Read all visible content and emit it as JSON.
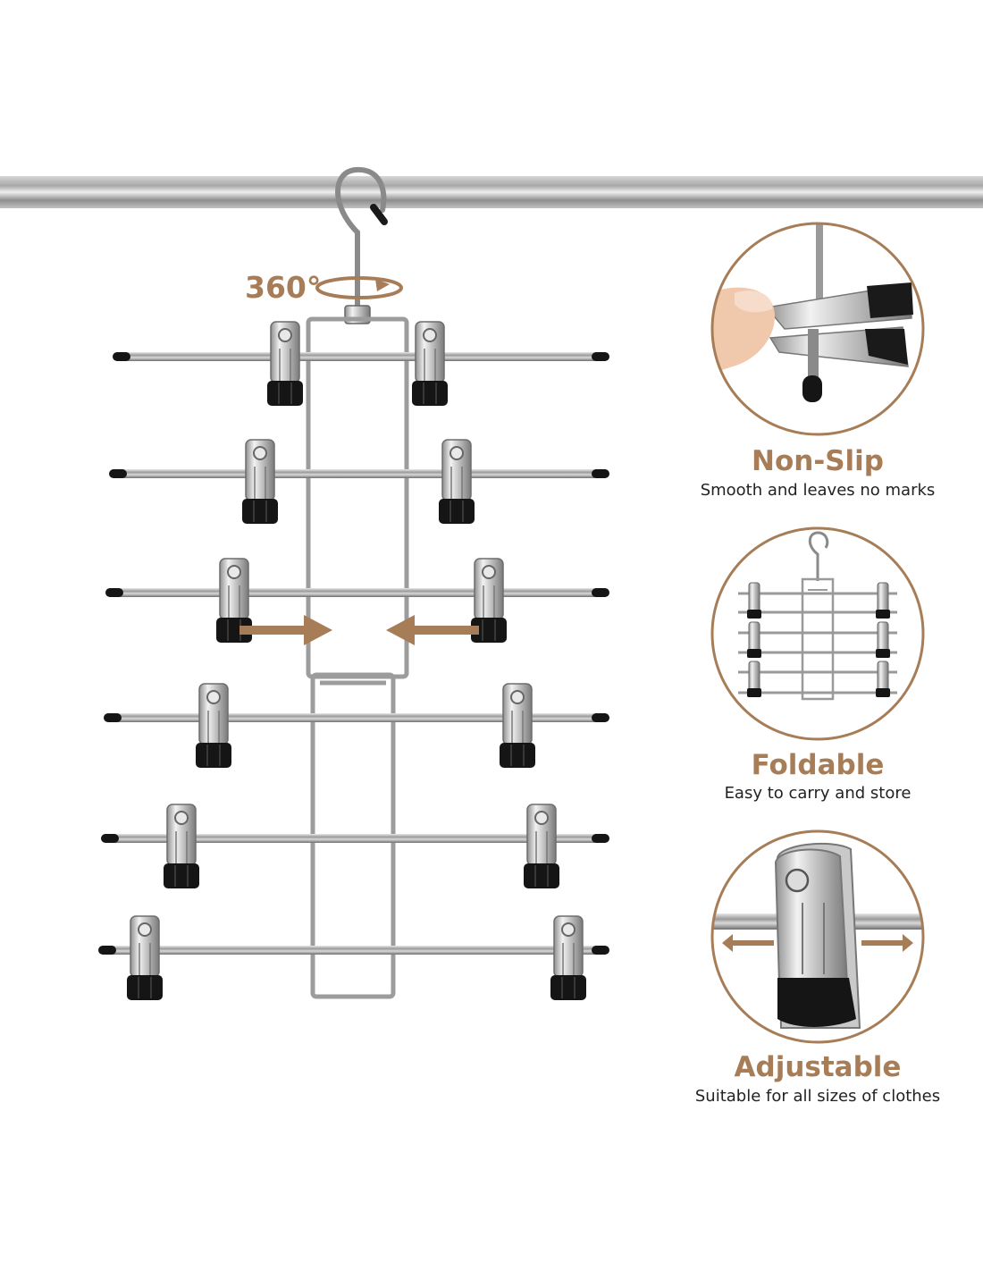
{
  "accent_color": "#a77d58",
  "rotation_label": "360°",
  "features": [
    {
      "title": "Non-Slip",
      "subtitle": "Smooth and leaves no marks",
      "icon": "clip-pinch-icon"
    },
    {
      "title": "Foldable",
      "subtitle": "Easy to carry and store",
      "icon": "folded-hanger-icon"
    },
    {
      "title": "Adjustable",
      "subtitle": "Suitable for all sizes of clothes",
      "icon": "sliding-clip-icon"
    }
  ]
}
